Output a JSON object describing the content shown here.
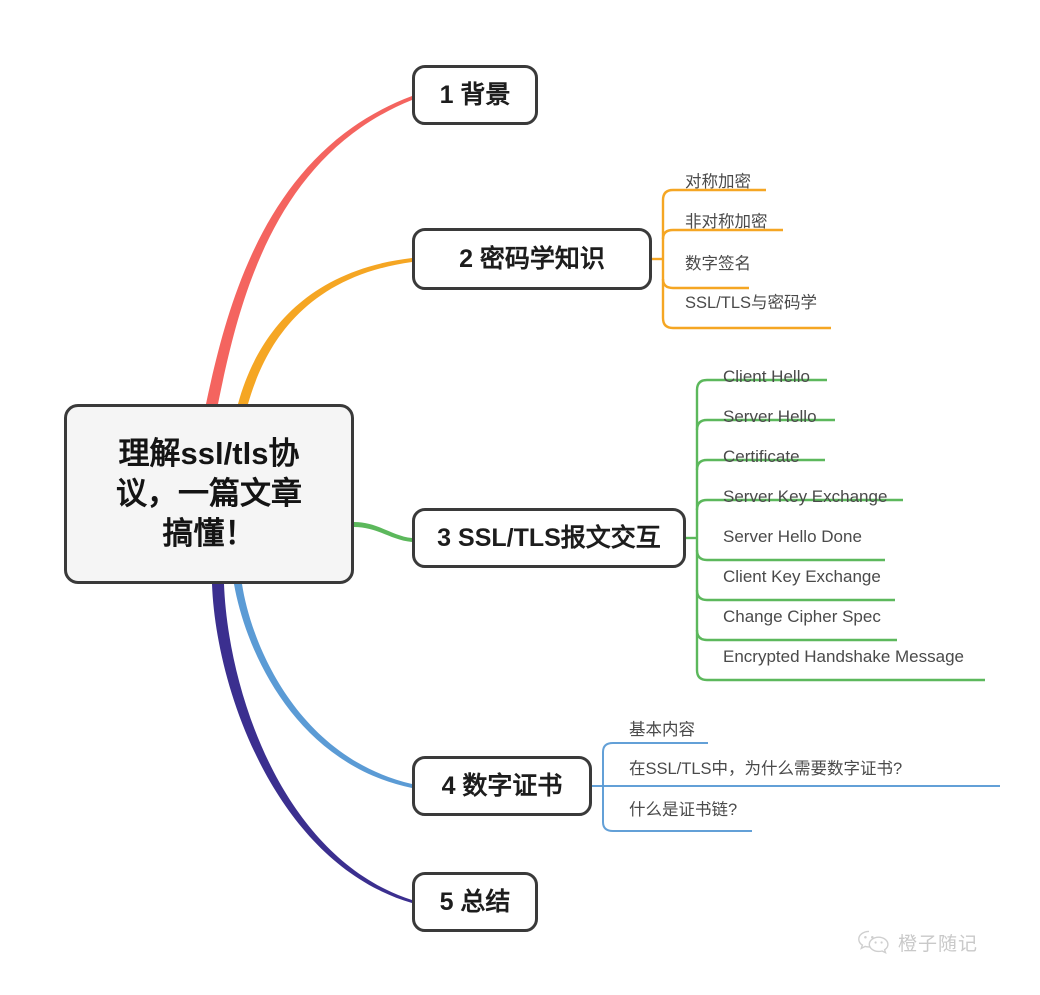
{
  "root": {
    "label": "理解ssl/tls协议，一篇文章搞懂！",
    "line1": "理解ssl/tls协",
    "line2": "议，一篇文章",
    "line3": "搞懂！"
  },
  "branches": [
    {
      "id": 1,
      "label": "1 背景",
      "color": "#f4645f",
      "children": []
    },
    {
      "id": 2,
      "label": "2 密码学知识",
      "color": "#f5a623",
      "children": [
        {
          "label": "对称加密"
        },
        {
          "label": "非对称加密"
        },
        {
          "label": "数字签名"
        },
        {
          "label": "SSL/TLS与密码学"
        }
      ]
    },
    {
      "id": 3,
      "label": "3 SSL/TLS报文交互",
      "color": "#5cb85c",
      "children": [
        {
          "label": "Client Hello"
        },
        {
          "label": "Server Hello"
        },
        {
          "label": "Certificate"
        },
        {
          "label": "Server Key Exchange"
        },
        {
          "label": "Server Hello Done"
        },
        {
          "label": "Client Key Exchange"
        },
        {
          "label": "Change Cipher Spec"
        },
        {
          "label": "Encrypted Handshake Message"
        }
      ]
    },
    {
      "id": 4,
      "label": "4 数字证书",
      "color": "#5b9bd5",
      "children": [
        {
          "label": "基本内容"
        },
        {
          "label": "在SSL/TLS中，为什么需要数字证书?"
        },
        {
          "label": "什么是证书链?"
        }
      ]
    },
    {
      "id": 5,
      "label": "5 总结",
      "color": "#3b2f8f",
      "children": []
    }
  ],
  "watermark": {
    "text": "橙子随记",
    "icon": "wechat-icon"
  },
  "colors": {
    "node_border": "#3a3a3a",
    "root_fill": "#f5f5f5",
    "node_fill": "#ffffff",
    "leaf_text": "#4a4a4a",
    "watermark_text": "#c9c9c9"
  }
}
